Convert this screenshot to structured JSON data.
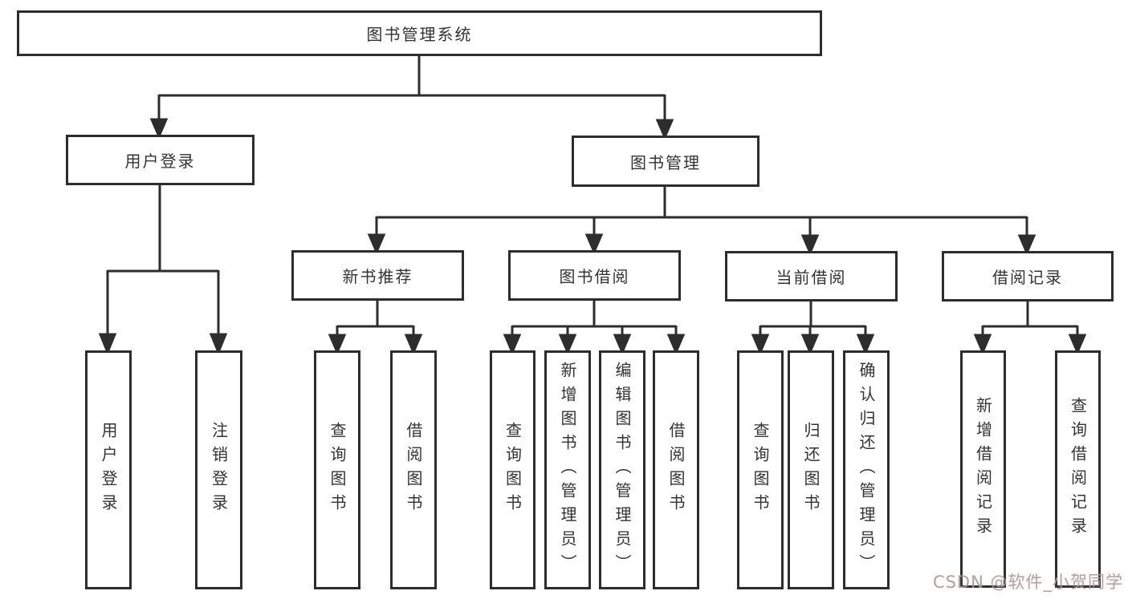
{
  "watermark": "CSDN @软件_小贺同学",
  "colors": {
    "line": "#2d2d2d",
    "box_border": "#2d2d2d",
    "text": "#333333",
    "background": "#ffffff",
    "watermark": "#9e9e9e"
  },
  "tree": {
    "root": {
      "label": "图书管理系统"
    },
    "branches": [
      {
        "label": "用户登录",
        "children": [
          {
            "label": "用户登录"
          },
          {
            "label": "注销登录"
          }
        ]
      },
      {
        "label": "图书管理",
        "children": [
          {
            "label": "新书推荐",
            "children": [
              {
                "label": "查询图书"
              },
              {
                "label": "借阅图书"
              }
            ]
          },
          {
            "label": "图书借阅",
            "children": [
              {
                "label": "查询图书"
              },
              {
                "label": "新增图书（管理员）"
              },
              {
                "label": "编辑图书（管理员）"
              },
              {
                "label": "借阅图书"
              }
            ]
          },
          {
            "label": "当前借阅",
            "children": [
              {
                "label": "查询图书"
              },
              {
                "label": "归还图书"
              },
              {
                "label": "确认归还（管理员）"
              }
            ]
          },
          {
            "label": "借阅记录",
            "children": [
              {
                "label": "新增借阅记录"
              },
              {
                "label": "查询借阅记录"
              }
            ]
          }
        ]
      }
    ]
  }
}
